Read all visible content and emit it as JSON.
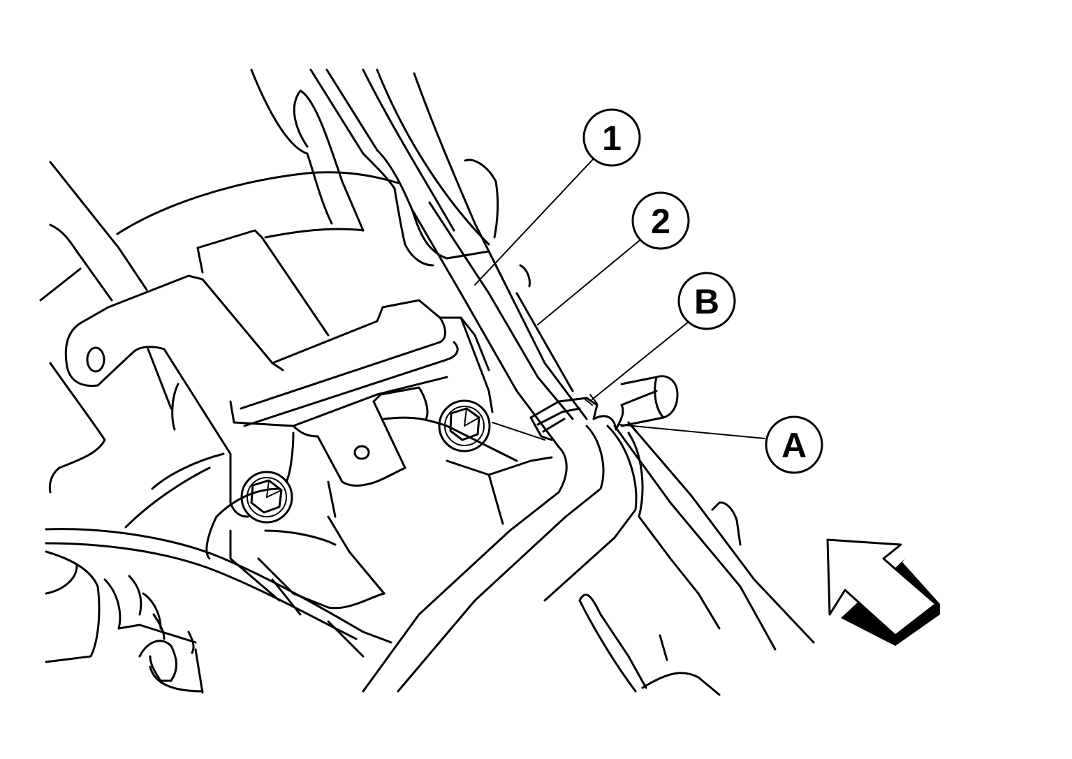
{
  "diagram": {
    "callouts": [
      {
        "id": "1",
        "label": "1"
      },
      {
        "id": "2",
        "label": "2"
      },
      {
        "id": "B",
        "label": "B"
      },
      {
        "id": "A",
        "label": "A"
      }
    ],
    "icons": {
      "direction_arrow": "front-direction-arrow-icon"
    },
    "colors": {
      "line": "#000000",
      "background": "#ffffff"
    }
  }
}
